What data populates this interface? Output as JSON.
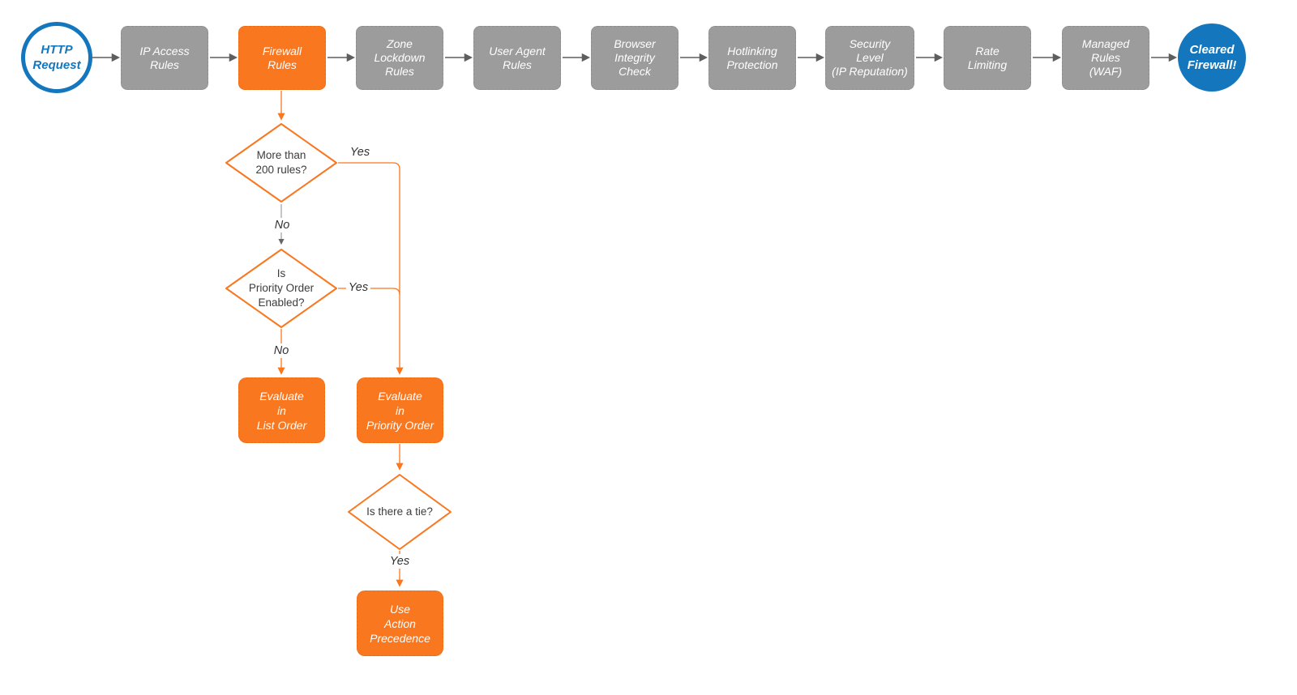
{
  "diagram_title": "HTTP request firewall evaluation flowchart",
  "colors": {
    "accent_orange": "#F8771F",
    "step_gray": "#9C9C9C",
    "node_blue": "#1476BC",
    "arrow_dark_gray": "#5E5E5E",
    "connector_light_gray": "#9E9E9E",
    "text_white": "#FFFFFF",
    "text_dark": "#3C3C3C"
  },
  "pipeline": {
    "start": {
      "label": "HTTP\nRequest"
    },
    "steps": [
      {
        "label": "IP Access\nRules"
      },
      {
        "label": "Firewall\nRules"
      },
      {
        "label": "Zone\nLockdown\nRules"
      },
      {
        "label": "User Agent\nRules"
      },
      {
        "label": "Browser\nIntegrity\nCheck"
      },
      {
        "label": "Hotlinking\nProtection"
      },
      {
        "label": "Security\nLevel\n(IP Reputation)"
      },
      {
        "label": "Rate\nLimiting"
      },
      {
        "label": "Managed\nRules\n(WAF)"
      }
    ],
    "end": {
      "label": "Cleared\nFirewall!"
    }
  },
  "branch": {
    "decisions": {
      "more_rules": "More than\n200 rules?",
      "priority_enabled": "Is\nPriority Order\nEnabled?",
      "tie": "Is there a tie?"
    },
    "actions": {
      "evaluate_list": "Evaluate\nin\nList Order",
      "evaluate_priority": "Evaluate\nin\nPriority Order",
      "use_action_precedence": "Use\nAction\nPrecedence"
    },
    "edge_labels": {
      "yes_more": "Yes",
      "no_more": "No",
      "yes_priority": "Yes",
      "no_priority": "No",
      "yes_tie": "Yes"
    }
  }
}
